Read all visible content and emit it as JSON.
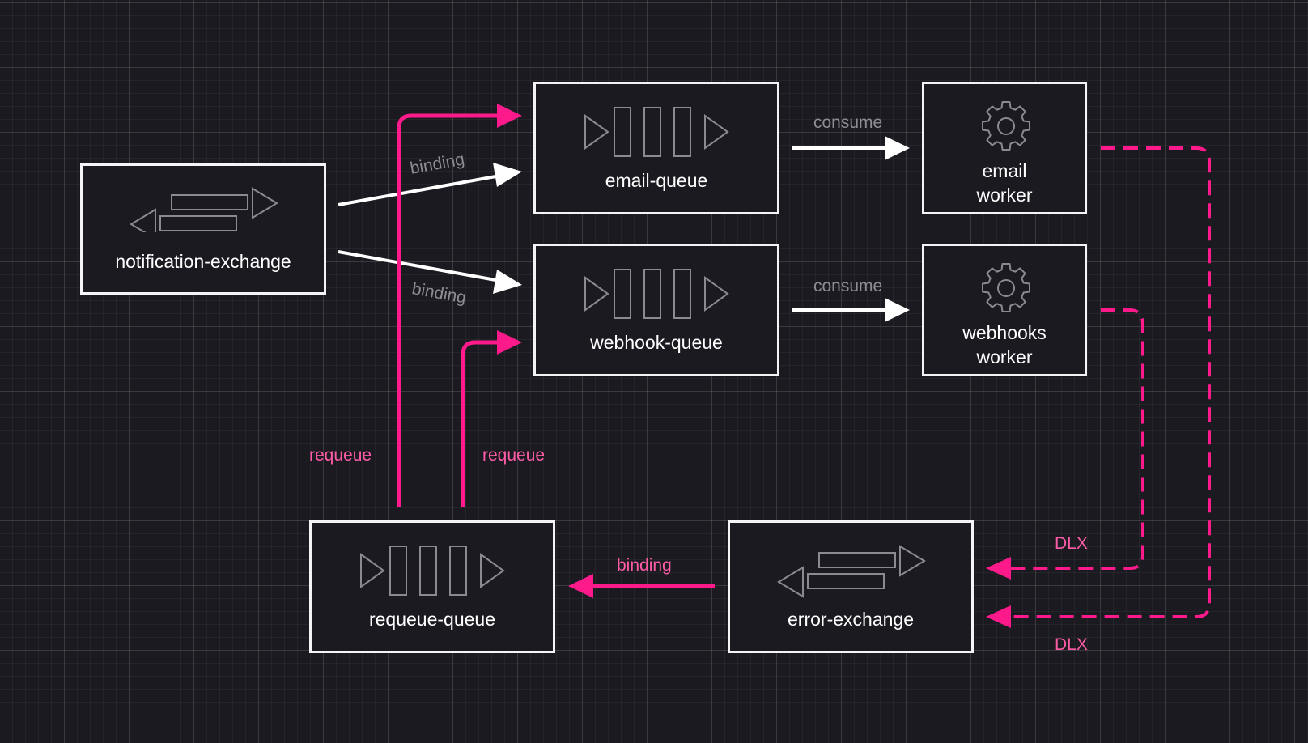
{
  "diagram": {
    "colors": {
      "background": "#1b1a20",
      "node_border": "#f4f4f6",
      "arrow_white": "#ffffff",
      "arrow_pink": "#ff1a8c",
      "label_gray": "#8d8d93",
      "label_pink": "#ff5ca7",
      "icon_gray": "#8a8a90"
    },
    "nodes": {
      "notification_exchange": {
        "label": "notification-exchange",
        "icon": "exchange-icon"
      },
      "email_queue": {
        "label": "email-queue",
        "icon": "queue-icon"
      },
      "webhook_queue": {
        "label": "webhook-queue",
        "icon": "queue-icon"
      },
      "email_worker": {
        "label": "email\nworker",
        "icon": "gear-icon"
      },
      "webhooks_worker": {
        "label": "webhooks\nworker",
        "icon": "gear-icon"
      },
      "requeue_queue": {
        "label": "requeue-queue",
        "icon": "queue-icon"
      },
      "error_exchange": {
        "label": "error-exchange",
        "icon": "exchange-icon"
      }
    },
    "edges": {
      "binding_email": {
        "label": "binding",
        "from": "notification-exchange",
        "to": "email-queue"
      },
      "binding_webhook": {
        "label": "binding",
        "from": "notification-exchange",
        "to": "webhook-queue"
      },
      "consume_email": {
        "label": "consume",
        "from": "email-queue",
        "to": "email worker"
      },
      "consume_webhook": {
        "label": "consume",
        "from": "webhook-queue",
        "to": "webhooks worker"
      },
      "requeue_email": {
        "label": "requeue",
        "from": "requeue-queue",
        "to": "email-queue"
      },
      "requeue_webhook": {
        "label": "requeue",
        "from": "requeue-queue",
        "to": "webhook-queue"
      },
      "dlx_webhooks": {
        "label": "DLX",
        "from": "webhooks worker",
        "to": "error-exchange"
      },
      "dlx_email": {
        "label": "DLX",
        "from": "email worker",
        "to": "error-exchange"
      },
      "binding_error": {
        "label": "binding",
        "from": "error-exchange",
        "to": "requeue-queue"
      }
    }
  }
}
